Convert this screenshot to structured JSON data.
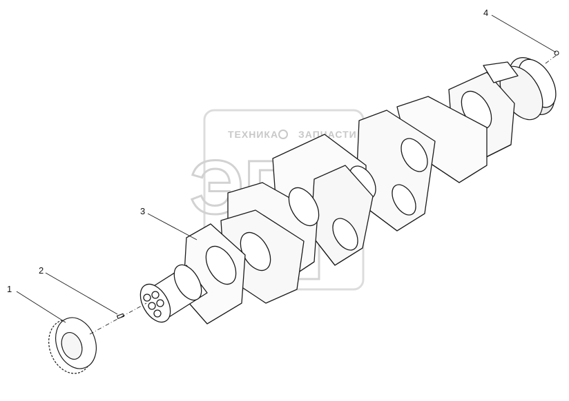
{
  "callouts": [
    {
      "id": "1",
      "label": "1"
    },
    {
      "id": "2",
      "label": "2"
    },
    {
      "id": "3",
      "label": "3"
    },
    {
      "id": "4",
      "label": "4"
    }
  ],
  "watermark": {
    "brand_left": "ТЕХНИКА",
    "brand_right": "ЗАПЧАСТИ",
    "logo": "ЭПФ"
  },
  "colors": {
    "line": "#1a1a1a",
    "fill": "#ffffff",
    "shade": "#efefef",
    "watermark": "#c8c8c8"
  }
}
